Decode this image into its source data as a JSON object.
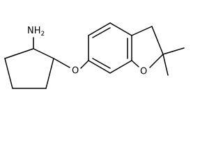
{
  "structure": {
    "atom_labels": {
      "amine": "NH2",
      "ether_oxygen": "O",
      "ring_oxygen": "O"
    }
  }
}
